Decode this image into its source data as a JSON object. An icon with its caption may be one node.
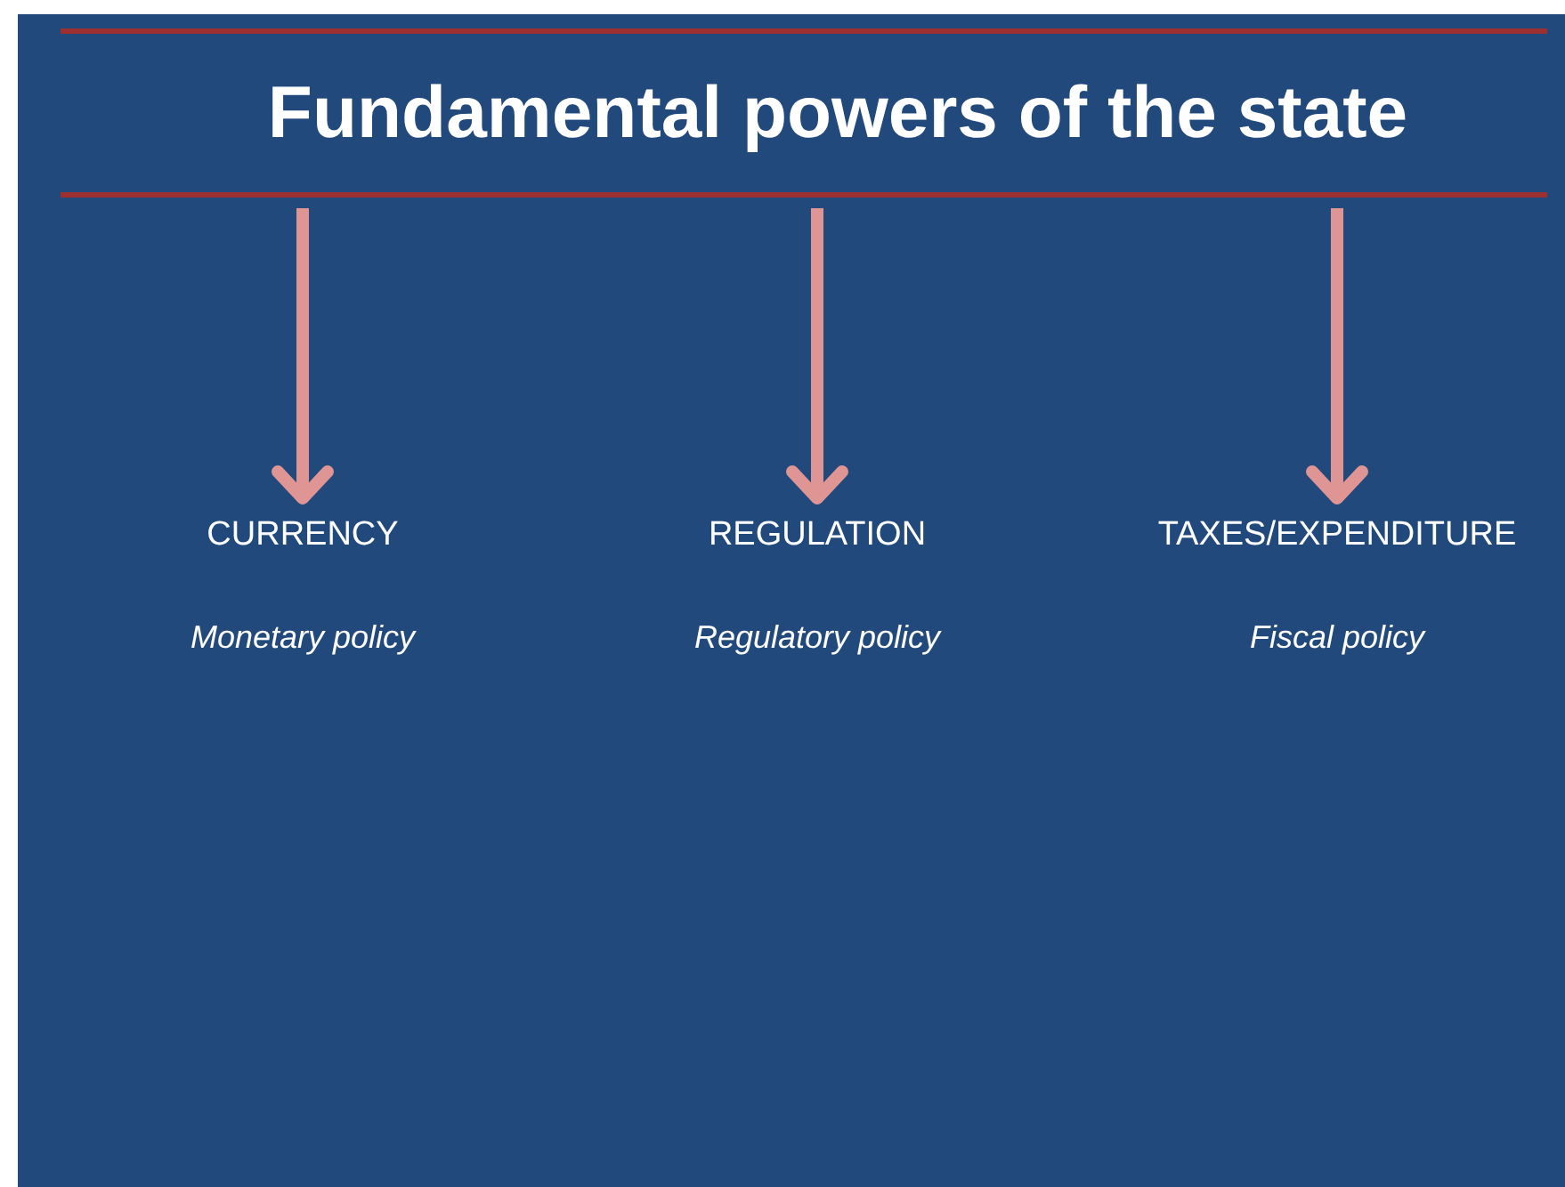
{
  "diagram": {
    "nodes": [
      {
        "text": [
          "Fundamental powers of the state"
        ]
      },
      {
        "text": [
          "CURRENCY",
          "Monetary policy"
        ]
      },
      {
        "text": [
          "REGULATION",
          "Regulatory policy"
        ]
      },
      {
        "text": [
          "TAXES/EXPENDITURE",
          "Fiscal policy"
        ]
      }
    ],
    "edges": [
      {
        "from": 0,
        "to": 1,
        "arrow": "to"
      },
      {
        "from": 0,
        "to": 2,
        "arrow": "to"
      },
      {
        "from": 0,
        "to": 3,
        "arrow": "to"
      }
    ]
  }
}
